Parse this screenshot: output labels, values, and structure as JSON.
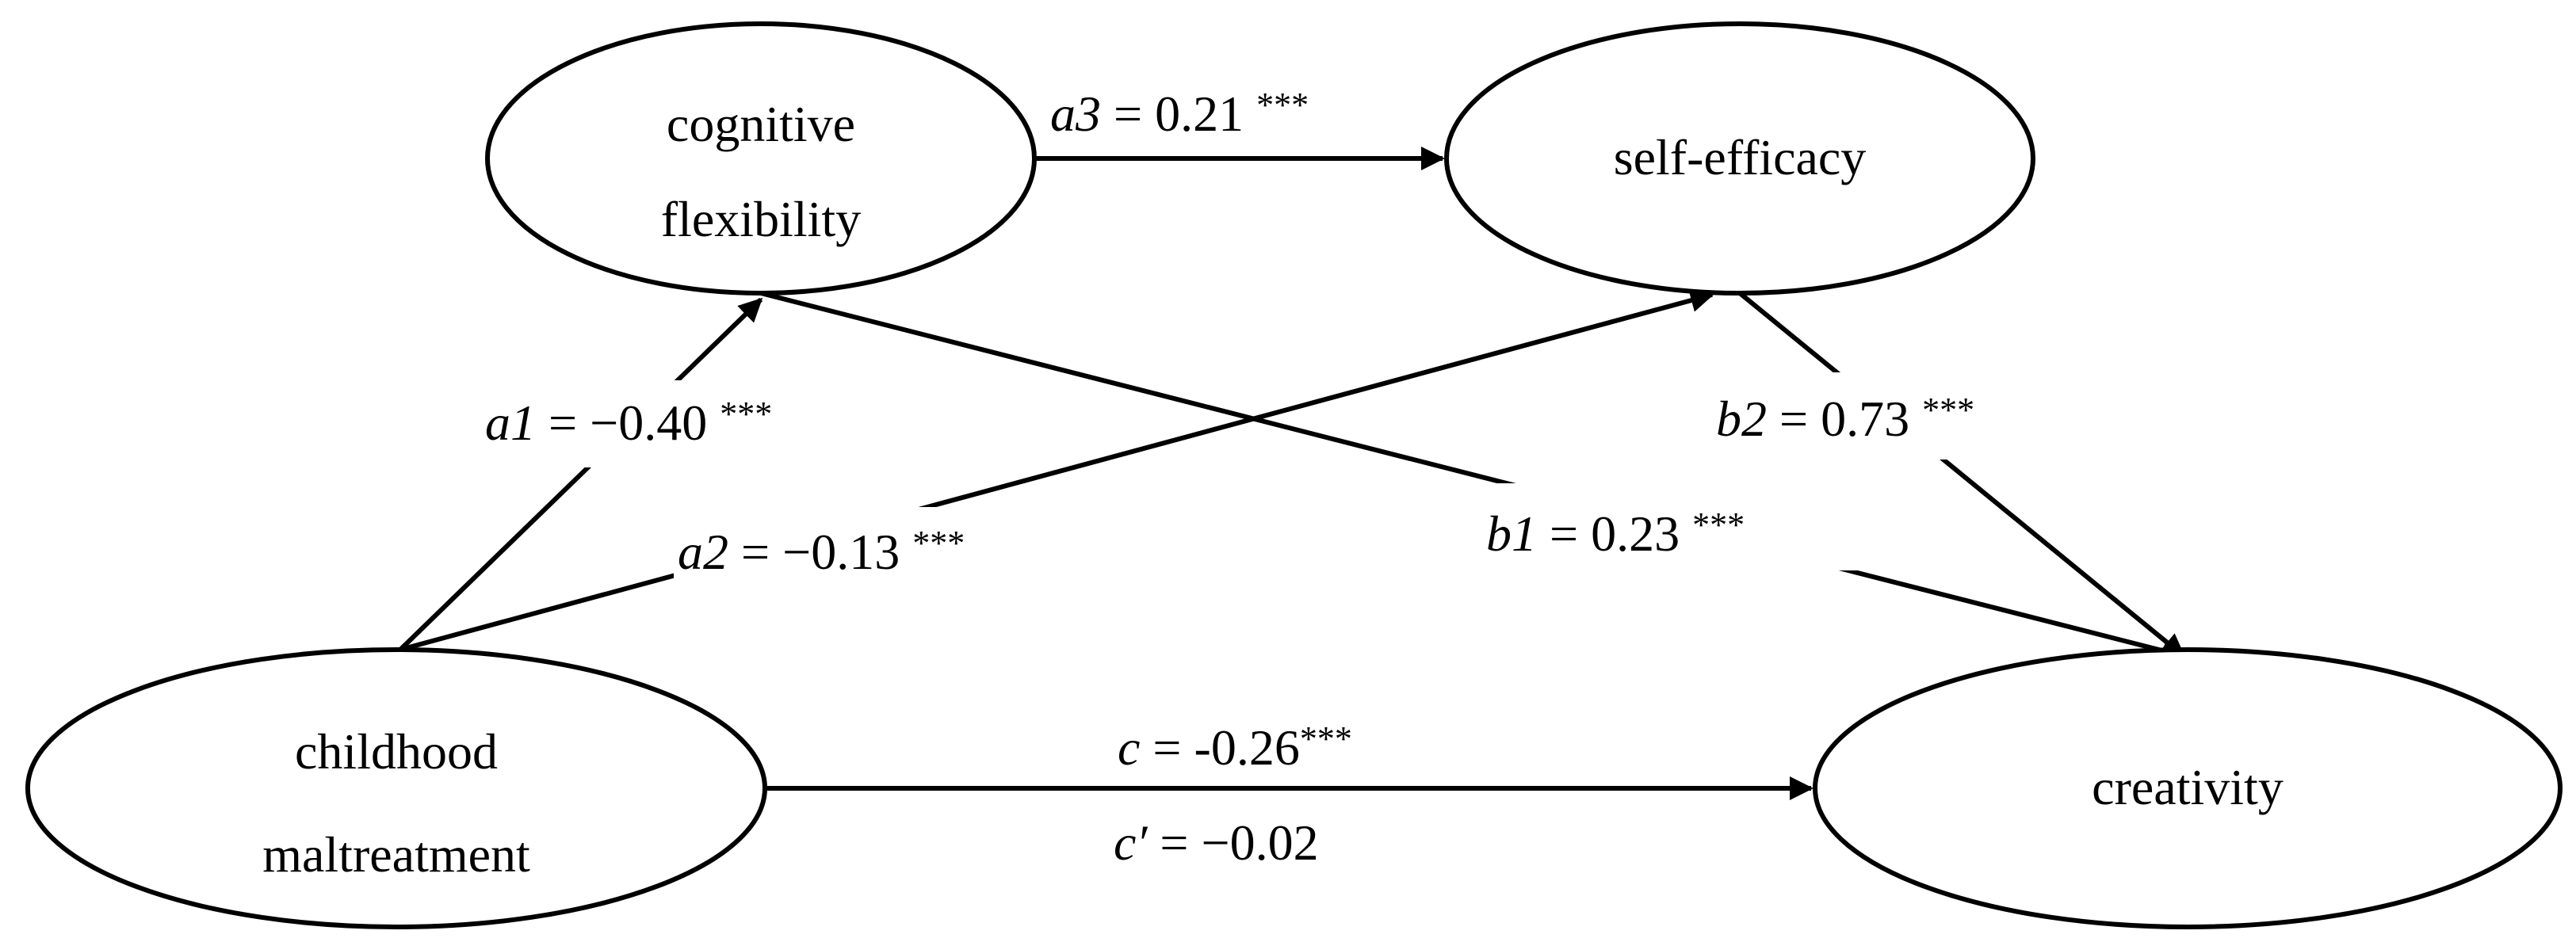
{
  "nodes": {
    "cognitive_flexibility": {
      "line1": "cognitive",
      "line2": "flexibility"
    },
    "self_efficacy": {
      "label": "self-efficacy"
    },
    "childhood_maltreatment": {
      "line1": "childhood",
      "line2": "maltreatment"
    },
    "creativity": {
      "label": "creativity"
    }
  },
  "paths": {
    "a1": {
      "symbol": "a1",
      "value": " = −0.40 ",
      "stars": "***"
    },
    "a2": {
      "symbol": "a2",
      "value": " = −0.13 ",
      "stars": "***"
    },
    "a3": {
      "symbol": "a3",
      "value": " = 0.21 ",
      "stars": "***"
    },
    "b1": {
      "symbol": "b1",
      "value": " = 0.23 ",
      "stars": "***"
    },
    "b2": {
      "symbol": "b2",
      "value": " = 0.73 ",
      "stars": "***"
    },
    "c": {
      "symbol": "c",
      "value": " = -0.26",
      "stars": "***"
    },
    "c_prime": {
      "symbol": "c′",
      "value": " = −0.02"
    }
  },
  "colors": {
    "stroke": "#000000",
    "background": "#ffffff"
  }
}
